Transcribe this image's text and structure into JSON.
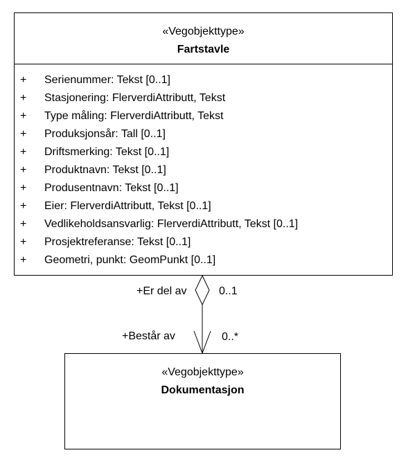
{
  "classes": {
    "fartstavle": {
      "stereotype": "«Vegobjekttype»",
      "name": "Fartstavle",
      "attributes": [
        {
          "visibility": "+",
          "text": "Serienummer: Tekst [0..1]"
        },
        {
          "visibility": "+",
          "text": "Stasjonering: FlerverdiAttributt, Tekst"
        },
        {
          "visibility": "+",
          "text": "Type måling: FlerverdiAttributt, Tekst"
        },
        {
          "visibility": "+",
          "text": "Produksjonsår: Tall [0..1]"
        },
        {
          "visibility": "+",
          "text": "Driftsmerking: Tekst [0..1]"
        },
        {
          "visibility": "+",
          "text": "Produktnavn: Tekst [0..1]"
        },
        {
          "visibility": "+",
          "text": "Produsentnavn: Tekst [0..1]"
        },
        {
          "visibility": "+",
          "text": "Eier: FlerverdiAttributt, Tekst [0..1]"
        },
        {
          "visibility": "+",
          "text": "Vedlikeholdsansvarlig: FlerverdiAttributt, Tekst [0..1]"
        },
        {
          "visibility": "+",
          "text": "Prosjektreferanse: Tekst [0..1]"
        },
        {
          "visibility": "+",
          "text": "Geometri, punkt: GeomPunkt [0..1]"
        }
      ]
    },
    "dokumentasjon": {
      "stereotype": "«Vegobjekttype»",
      "name": "Dokumentasjon"
    }
  },
  "association": {
    "source_role": "+Er del av",
    "source_multiplicity": "0..1",
    "target_role": "+Består av",
    "target_multiplicity": "0..*"
  }
}
